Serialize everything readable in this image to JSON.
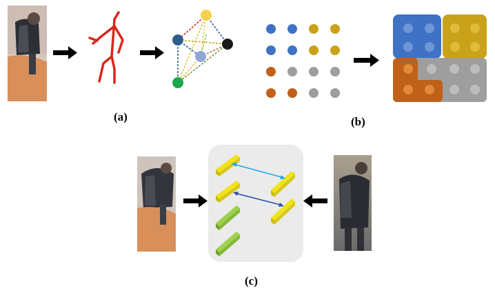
{
  "panels": [
    {
      "id": "a",
      "caption": "(a)"
    },
    {
      "id": "b",
      "caption": "(b)"
    },
    {
      "id": "c",
      "caption": "(c)"
    }
  ],
  "icons": {
    "arrow": "right-arrow-icon",
    "skeleton": "stick-figure-icon",
    "graph": "graph-icon",
    "dot_grid": "dot-grid-icon",
    "region_blocks": "region-blocks-icon",
    "photo": "person-photo-icon",
    "feature_bar": "feature-bar-icon"
  },
  "colors": {
    "arrow": "#000000",
    "skeleton": "#d9261c",
    "blue": "#3f72c4",
    "gold": "#c9a21a",
    "orange": "#c0611a",
    "gray": "#9e9e9e",
    "graph_yellow": "#f2d24a",
    "graph_blue": "#2e5f8c",
    "graph_lightblue": "#8fa6d6",
    "graph_black": "#1a1a1a",
    "graph_green": "#1aa84a",
    "bar_yellow": "#f0e21c",
    "bar_green": "#8cc83c",
    "panel_bg": "#ebebeb",
    "match_cyan": "#1aa6e6",
    "match_blue": "#2a4fa8"
  },
  "dot_grid": {
    "rows": [
      [
        "blue",
        "blue",
        "gold",
        "gold"
      ],
      [
        "blue",
        "blue",
        "gold",
        "gold"
      ],
      [
        "orange",
        "gray",
        "gray",
        "gray"
      ],
      [
        "orange",
        "orange",
        "gray",
        "gray"
      ]
    ]
  }
}
